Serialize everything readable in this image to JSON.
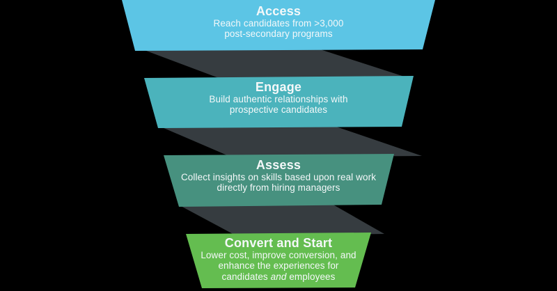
{
  "background_color": "#000000",
  "funnel": {
    "connector_color": "#363C40",
    "text_color": "#F4F8F9",
    "stages": [
      {
        "title": "Access",
        "color": "#5CC5E5",
        "lines": [
          "Reach candidates from >3,000",
          "post-secondary programs"
        ]
      },
      {
        "title": "Engage",
        "color": "#4BB3BC",
        "lines": [
          "Build authentic relationships with",
          "prospective candidates"
        ]
      },
      {
        "title": "Assess",
        "color": "#47917F",
        "lines": [
          "Collect insights on skills based upon real work",
          "directly from hiring managers"
        ]
      },
      {
        "title": "Convert and Start",
        "color": "#64BD50",
        "lines": [
          "Lower cost, improve conversion, and",
          "enhance the experiences for"
        ],
        "last_line": {
          "pre": "candidates ",
          "italic": "and",
          "post": " employees"
        }
      }
    ]
  }
}
